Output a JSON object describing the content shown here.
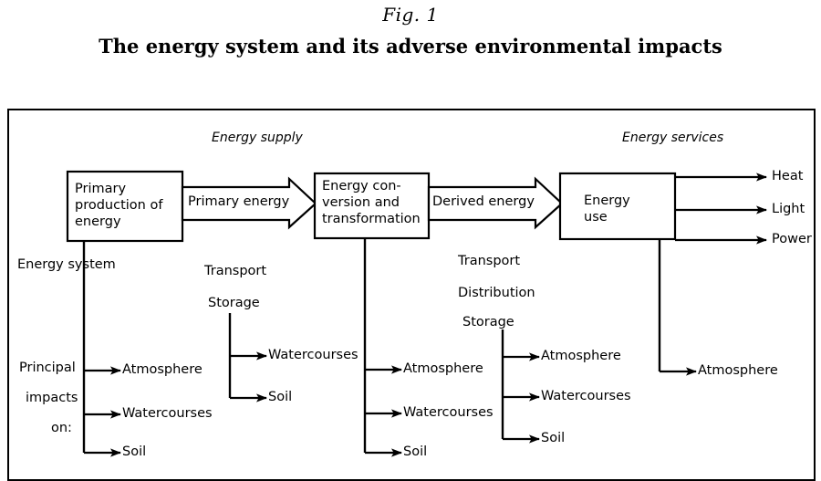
{
  "figure": {
    "label": "Fig. 1",
    "title": "The energy system and its adverse environmental impacts"
  },
  "diagram": {
    "section_labels": {
      "supply": "Energy supply",
      "services": "Energy services"
    },
    "boxes": [
      {
        "id": "primary-production",
        "text": "Primary\nproduction of\nenergy"
      },
      {
        "id": "energy-conversion",
        "text": "Energy con-\nversion and\ntransformation"
      },
      {
        "id": "energy-use",
        "text": "Energy\nuse"
      }
    ],
    "flow_arrows": [
      {
        "id": "primary-energy",
        "label": "Primary energy"
      },
      {
        "id": "derived-energy",
        "label": "Derived energy"
      }
    ],
    "outputs": [
      {
        "id": "heat",
        "label": "Heat"
      },
      {
        "id": "light",
        "label": "Light"
      },
      {
        "id": "power",
        "label": "Power"
      }
    ],
    "side_labels": {
      "energy_system": "Energy system",
      "principal": "Principal",
      "impacts": "impacts",
      "on": "on:"
    },
    "impact_groups": [
      {
        "id": "primary-production-impacts",
        "stage_labels": [],
        "targets": [
          "Atmosphere",
          "Watercourses",
          "Soil"
        ]
      },
      {
        "id": "transport-storage-impacts",
        "stage_labels": [
          "Transport",
          "Storage"
        ],
        "targets": [
          "Watercourses",
          "Soil"
        ]
      },
      {
        "id": "conversion-impacts",
        "stage_labels": [],
        "targets": [
          "Atmosphere",
          "Watercourses",
          "Soil"
        ]
      },
      {
        "id": "transport-distribution-storage-impacts",
        "stage_labels": [
          "Transport",
          "Distribution",
          "Storage"
        ],
        "targets": [
          "Atmosphere",
          "Watercourses",
          "Soil"
        ]
      },
      {
        "id": "energy-use-impacts",
        "stage_labels": [],
        "targets": [
          "Atmosphere"
        ]
      }
    ],
    "colors": {
      "stroke": "#000000",
      "background": "#ffffff"
    }
  }
}
